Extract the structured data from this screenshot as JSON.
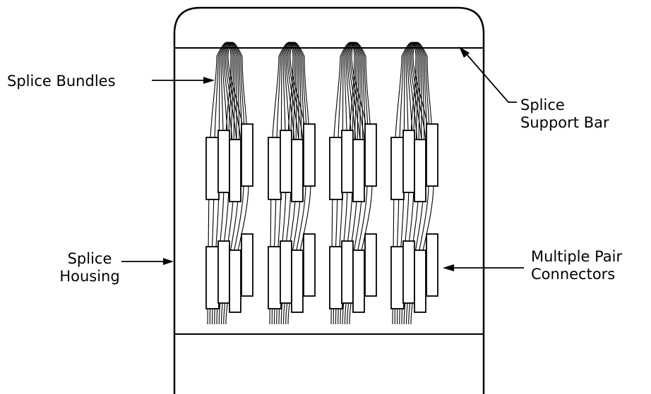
{
  "diagram": {
    "labels": {
      "splice_bundles": "Splice Bundles",
      "splice_support_bar": [
        "Splice",
        "Support Bar"
      ],
      "splice_housing": [
        "Splice",
        "Housing"
      ],
      "multiple_pair_connectors": [
        "Multiple Pair",
        "Connectors"
      ]
    },
    "bundle_count": 4,
    "colors": {
      "line": "#000000",
      "background": "#ffffff"
    }
  }
}
